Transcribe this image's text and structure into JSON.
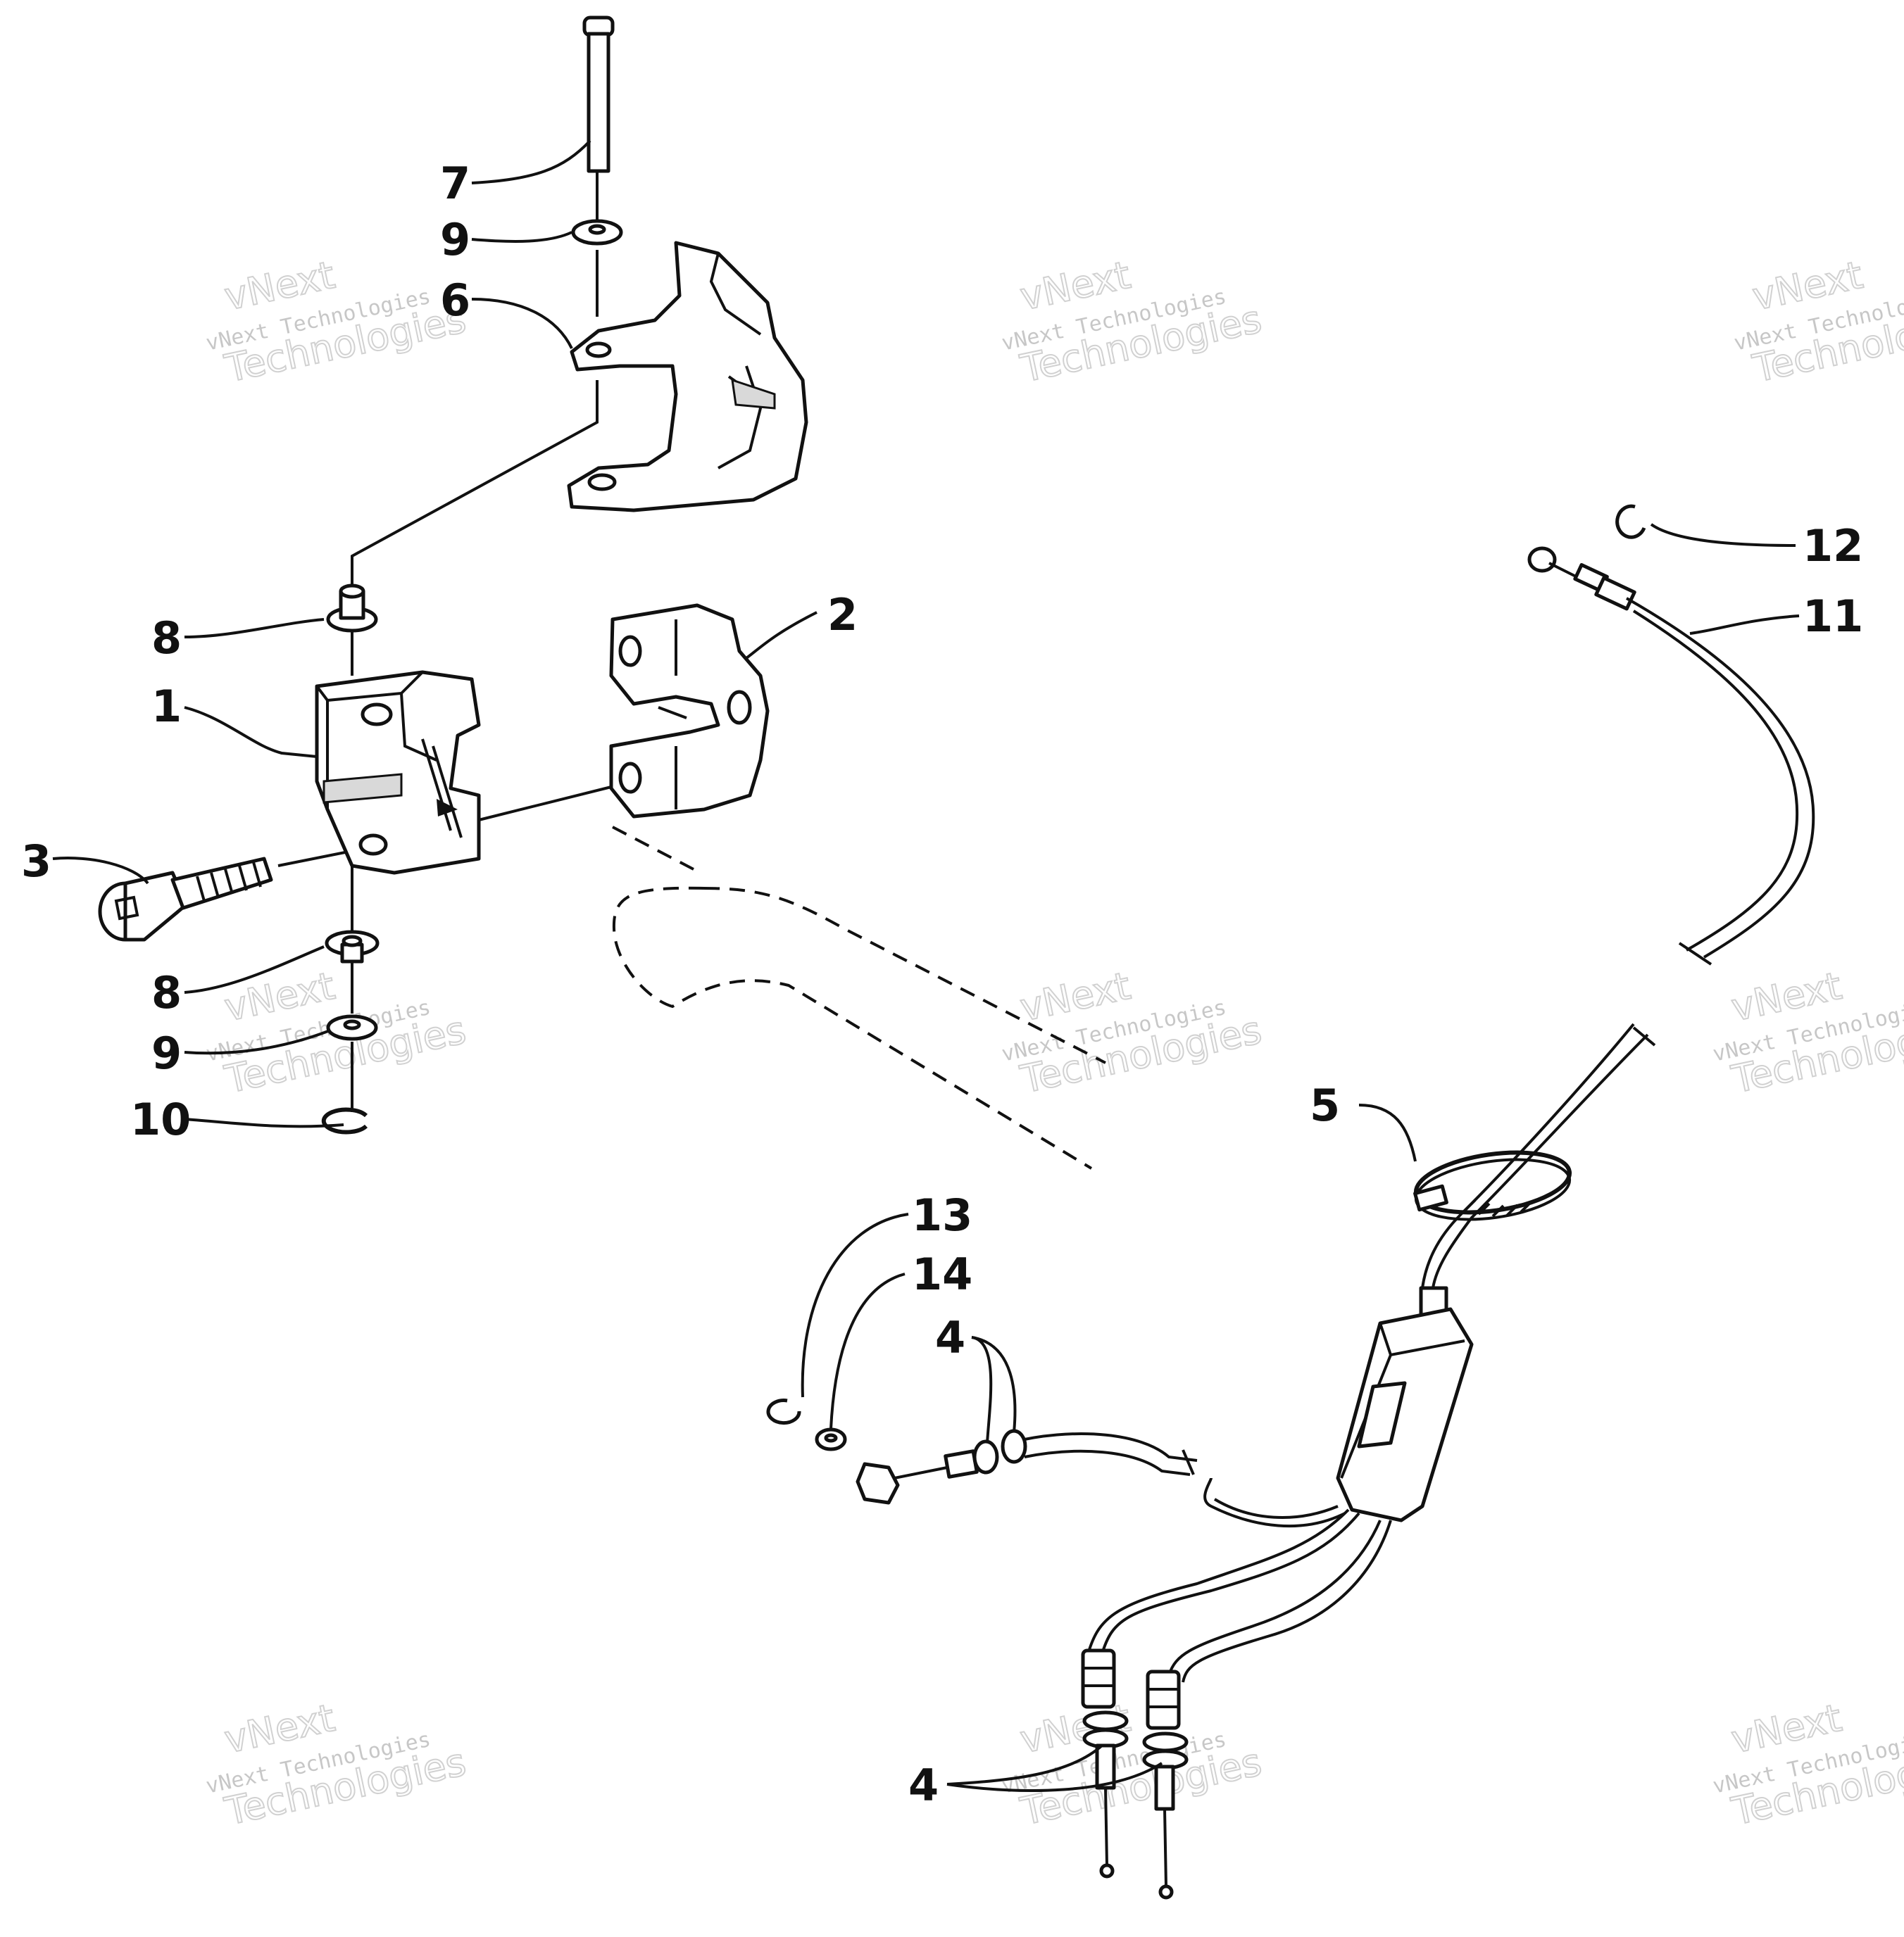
{
  "diagram": {
    "callouts": [
      {
        "id": "c7",
        "text": "7"
      },
      {
        "id": "c9a",
        "text": "9"
      },
      {
        "id": "c6",
        "text": "6"
      },
      {
        "id": "c8a",
        "text": "8"
      },
      {
        "id": "c1",
        "text": "1"
      },
      {
        "id": "c2",
        "text": "2"
      },
      {
        "id": "c3",
        "text": "3"
      },
      {
        "id": "c8b",
        "text": "8"
      },
      {
        "id": "c9b",
        "text": "9"
      },
      {
        "id": "c10",
        "text": "10"
      },
      {
        "id": "c12",
        "text": "12"
      },
      {
        "id": "c11",
        "text": "11"
      },
      {
        "id": "c5",
        "text": "5"
      },
      {
        "id": "c13",
        "text": "13"
      },
      {
        "id": "c14",
        "text": "14"
      },
      {
        "id": "c4a",
        "text": "4"
      },
      {
        "id": "c4b",
        "text": "4"
      }
    ],
    "watermark": {
      "line1": "vNext Technologies",
      "line2": "Technologies",
      "line3": "vNext"
    }
  }
}
